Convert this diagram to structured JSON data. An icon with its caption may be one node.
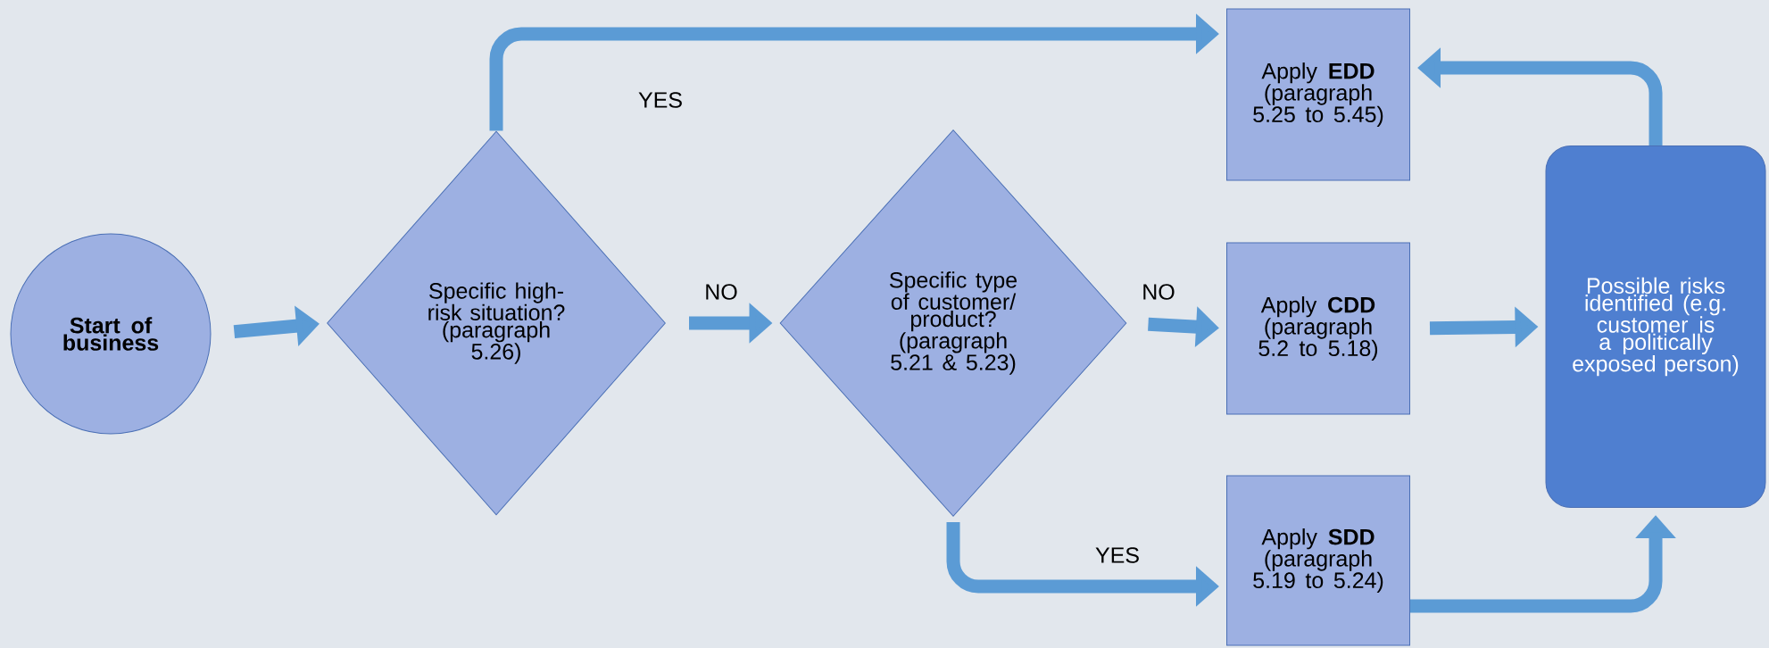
{
  "diagram": {
    "nodes": [
      {
        "text": [
          "Start of business"
        ]
      },
      {
        "text": [
          "Specific high-risk situation? (paragraph 5.26)"
        ]
      },
      {
        "text": [
          "Specific type of customer/ product? (paragraph 5.21 & 5.23)"
        ]
      },
      {
        "text": [
          "Apply **EDD**",
          "(paragraph 5.25 to 5.45)"
        ]
      },
      {
        "text": [
          "Apply **CDD**",
          "(paragraph 5.2 to 5.18)"
        ]
      },
      {
        "text": [
          "Apply **SDD**",
          "(paragraph 5.19 to 5.24)"
        ]
      },
      {
        "text": [
          "Possible risks identified (e.g. customer is a politically exposed person)"
        ]
      }
    ],
    "edges": [
      {
        "from": 0,
        "to": 1,
        "arrow": "to"
      },
      {
        "from": 1,
        "to": 3,
        "arrow": "to",
        "label": "YES"
      },
      {
        "from": 1,
        "to": 2,
        "arrow": "to",
        "label": "NO"
      },
      {
        "from": 2,
        "to": 4,
        "arrow": "to",
        "label": "NO"
      },
      {
        "from": 2,
        "to": 5,
        "arrow": "to",
        "label": "YES"
      },
      {
        "from": 6,
        "to": 3,
        "arrow": "to"
      },
      {
        "from": 4,
        "to": 6,
        "arrow": "to"
      },
      {
        "from": 5,
        "to": 6,
        "arrow": "to"
      }
    ]
  }
}
